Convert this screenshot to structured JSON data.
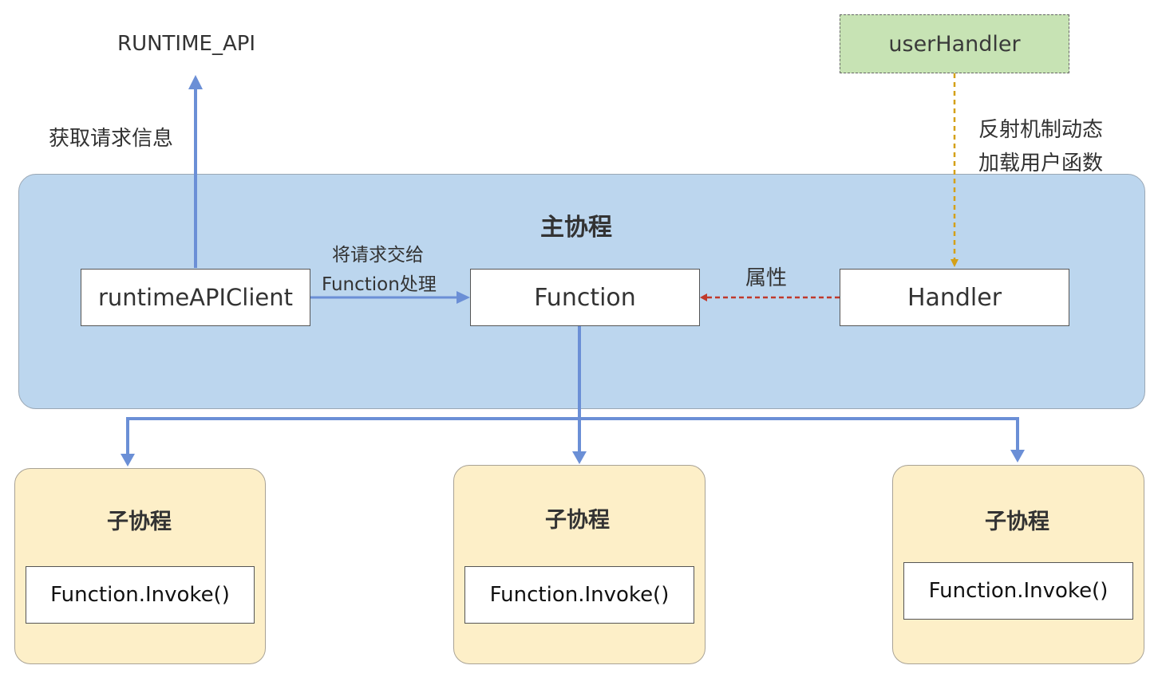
{
  "runtime_api": "RUNTIME_API",
  "get_request_info": "获取请求信息",
  "user_handler": "userHandler",
  "reflection_line1": "反射机制动态",
  "reflection_line2": "加载用户函数",
  "main_coroutine": "主协程",
  "handoff_line1": "将请求交给",
  "handoff_line2": "Function处理",
  "attribute": "属性",
  "runtime_api_client": "runtimeAPIClient",
  "function": "Function",
  "handler": "Handler",
  "sub_coroutines": [
    {
      "title": "子协程",
      "invoke": "Function.Invoke()"
    },
    {
      "title": "子协程",
      "invoke": "Function.Invoke()"
    },
    {
      "title": "子协程",
      "invoke": "Function.Invoke()"
    }
  ],
  "colors": {
    "main_panel": "#bcd6ee",
    "sub_panel": "#fdefc8",
    "user_handler": "#c7e3b4",
    "blue_arrow": "#6b8fd6",
    "red_dashed": "#c0392b",
    "gold_dashed": "#d4a017"
  }
}
